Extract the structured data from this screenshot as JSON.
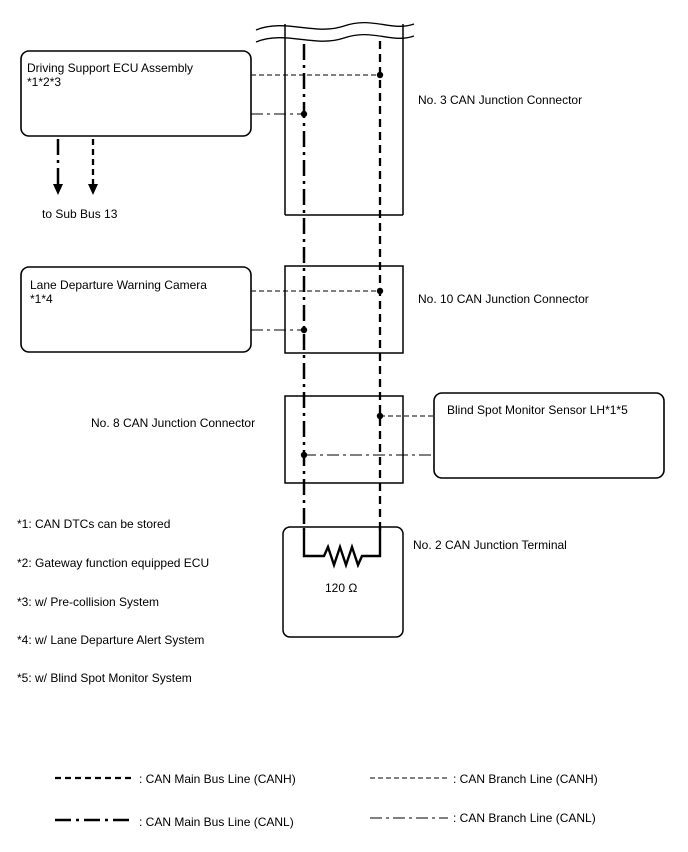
{
  "components": {
    "driving_support_ecu": {
      "line1": "Driving Support ECU Assembly",
      "line2": "*1*2*3"
    },
    "lane_departure_camera": {
      "line1": "Lane Departure Warning Camera",
      "line2": "*1*4"
    },
    "blind_spot_sensor": {
      "label": "Blind Spot Monitor Sensor LH*1*5"
    }
  },
  "connectors": {
    "no3": "No. 3 CAN Junction Connector",
    "no10": "No. 10 CAN Junction Connector",
    "no8": "No. 8 CAN Junction Connector",
    "no2": "No. 2 CAN Junction Terminal",
    "resistor": "120 Ω"
  },
  "sub_bus_label": "to Sub Bus 13",
  "notes": [
    "*1: CAN DTCs can be stored",
    "*2: Gateway function equipped ECU",
    "*3: w/ Pre-collision System",
    "*4: w/ Lane Departure Alert System",
    "*5: w/ Blind Spot Monitor System"
  ],
  "legend": {
    "main_canh": ": CAN Main Bus Line (CANH)",
    "main_canl": ": CAN Main Bus Line (CANL)",
    "branch_canh": ": CAN Branch Line (CANH)",
    "branch_canl": ": CAN Branch Line (CANL)"
  },
  "colors": {
    "line": "#000000",
    "background": "#ffffff"
  }
}
